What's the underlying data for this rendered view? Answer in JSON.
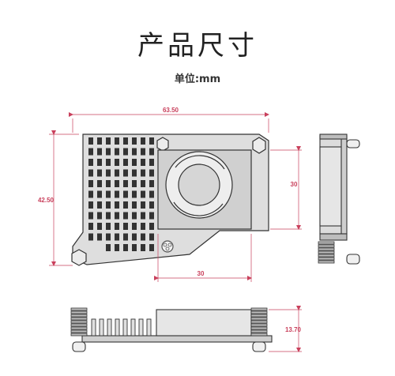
{
  "title": "产品尺寸",
  "unit": "单位:mm",
  "dimensions": {
    "width": "63.50",
    "height": "42.50",
    "fan_height": "30",
    "fan_width": "30",
    "thickness": "13.70"
  },
  "colors": {
    "dimension": "#c9405c",
    "outline": "#333333",
    "fill": "#dcdcdc"
  }
}
